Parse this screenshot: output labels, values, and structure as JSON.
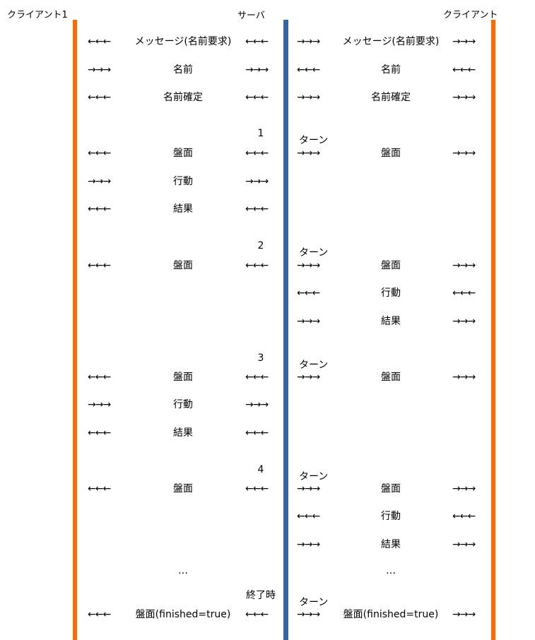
{
  "lanes": {
    "client1": "クライアント1",
    "server": "サーバ",
    "client2": "クライアント"
  },
  "colors": {
    "client_bar": "#ff6a00",
    "server_bar": "#3465a4"
  },
  "rows": [
    {
      "left_pre": "←←←",
      "left_msg": "メッセージ(名前要求)",
      "left_post": "←←←",
      "right_pre": "→→→",
      "right_msg": "メッセージ(名前要求)",
      "right_post": "→→→"
    },
    {
      "left_pre": "→→→",
      "left_msg": "名前",
      "left_post": "→→→",
      "right_pre": "←←←",
      "right_msg": "名前",
      "right_post": "←←←"
    },
    {
      "left_pre": "←←←",
      "left_msg": "名前確定",
      "left_post": "←←←",
      "right_pre": "→→→",
      "right_msg": "名前確定",
      "right_post": "→→→"
    },
    {
      "turn_num": "1",
      "turn_label": "ターン"
    },
    {
      "left_pre": "←←←",
      "left_msg": "盤面",
      "left_post": "←←←",
      "right_pre": "→→→",
      "right_msg": "盤面",
      "right_post": "→→→"
    },
    {
      "left_pre": "→→→",
      "left_msg": "行動",
      "left_post": "→→→"
    },
    {
      "left_pre": "←←←",
      "left_msg": "結果",
      "left_post": "←←←"
    },
    {
      "turn_num": "2",
      "turn_label": "ターン"
    },
    {
      "left_pre": "←←←",
      "left_msg": "盤面",
      "left_post": "←←←",
      "right_pre": "→→→",
      "right_msg": "盤面",
      "right_post": "→→→"
    },
    {
      "right_pre": "←←←",
      "right_msg": "行動",
      "right_post": "←←←"
    },
    {
      "right_pre": "→→→",
      "right_msg": "結果",
      "right_post": "→→→"
    },
    {
      "turn_num": "3",
      "turn_label": "ターン"
    },
    {
      "left_pre": "←←←",
      "left_msg": "盤面",
      "left_post": "←←←",
      "right_pre": "→→→",
      "right_msg": "盤面",
      "right_post": "→→→"
    },
    {
      "left_pre": "→→→",
      "left_msg": "行動",
      "left_post": "→→→"
    },
    {
      "left_pre": "←←←",
      "left_msg": "結果",
      "left_post": "←←←"
    },
    {
      "turn_num": "4",
      "turn_label": "ターン"
    },
    {
      "left_pre": "←←←",
      "left_msg": "盤面",
      "left_post": "←←←",
      "right_pre": "→→→",
      "right_msg": "盤面",
      "right_post": "→→→"
    },
    {
      "right_pre": "←←←",
      "right_msg": "行動",
      "right_post": "←←←"
    },
    {
      "right_pre": "→→→",
      "right_msg": "結果",
      "right_post": "→→→"
    },
    {
      "left_msg": "…",
      "right_msg": "…"
    },
    {
      "turn_num": "終了時",
      "turn_label": "ターン"
    },
    {
      "left_pre": "←←←",
      "left_msg": "盤面(finished=true)",
      "left_post": "←←←",
      "right_pre": "→→→",
      "right_msg": "盤面(finished=true)",
      "right_post": "→→→"
    }
  ]
}
